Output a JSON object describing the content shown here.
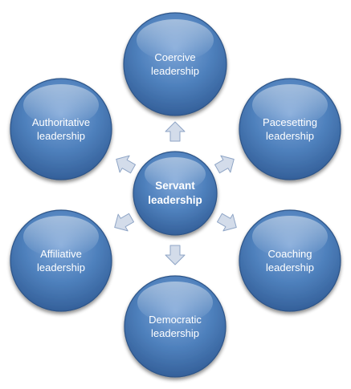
{
  "diagram": {
    "center": {
      "label": "Servant\nleadership"
    },
    "styles": [
      {
        "label": "Coercive\nleadership"
      },
      {
        "label": "Pacesetting\nleadership"
      },
      {
        "label": "Coaching\nleadership"
      },
      {
        "label": "Democratic\nleadership"
      },
      {
        "label": "Affiliative\nleadership"
      },
      {
        "label": "Authoritative\nleadership"
      }
    ],
    "colors": {
      "circle_fill": "#4f81bd",
      "circle_fill_light": "#7ea6d8",
      "circle_fill_dark": "#34609a",
      "circle_stroke": "#2d5488",
      "arrow_fill": "#d3dcea",
      "arrow_stroke": "#8fa5c6",
      "text": "#ffffff"
    }
  }
}
